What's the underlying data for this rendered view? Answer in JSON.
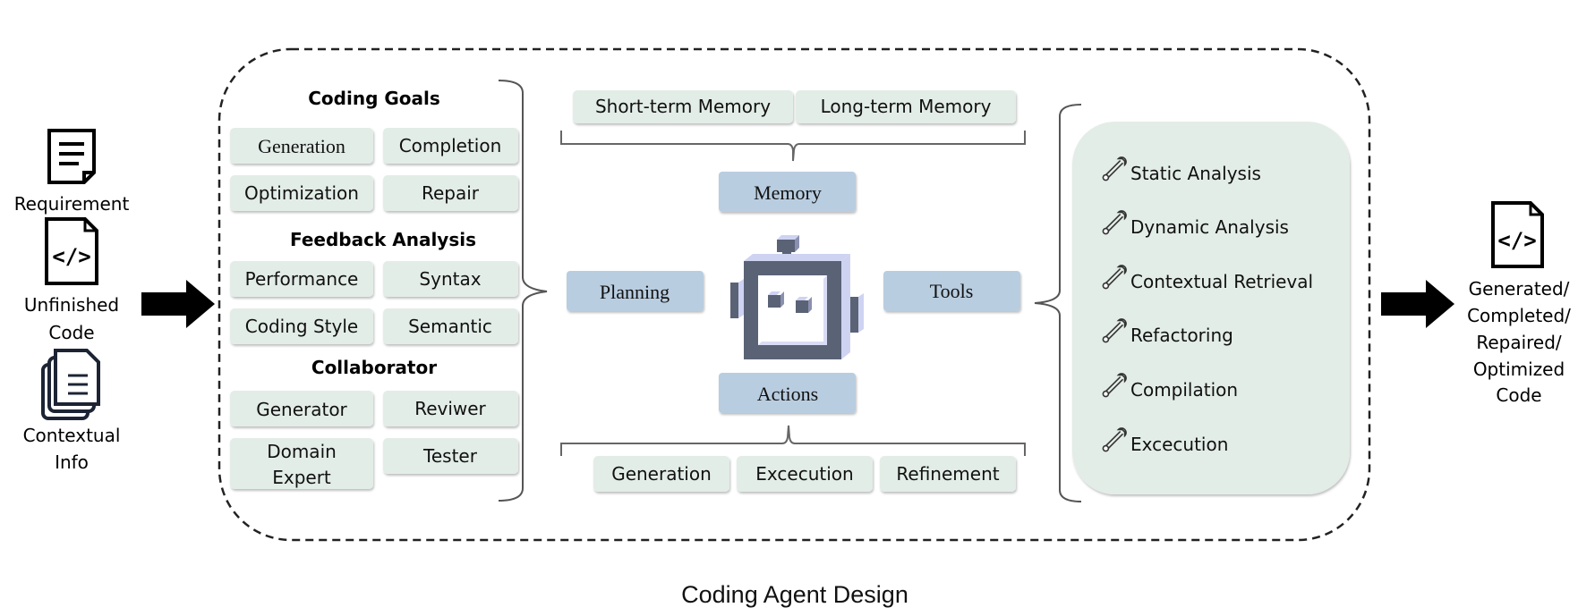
{
  "inputs": {
    "requirement": "Requirement",
    "unfinished_code": [
      "Unfinished",
      "Code"
    ],
    "contextual_info": [
      "Contextual",
      "Info"
    ]
  },
  "output": [
    "Generated/",
    "Completed/",
    "Repaired/",
    "Optimized",
    "Code"
  ],
  "left_panel": {
    "coding_goals_title": "Coding Goals",
    "coding_goals": [
      "Generation",
      "Completion",
      "Optimization",
      "Repair"
    ],
    "feedback_title": "Feedback Analysis",
    "feedback": [
      "Performance",
      "Syntax",
      "Coding Style",
      "Semantic"
    ],
    "collaborator_title": "Collaborator",
    "collaborator": [
      "Generator",
      "Reviwer",
      "Domain",
      "Expert",
      "Tester"
    ]
  },
  "memory_types": [
    "Short-term Memory",
    "Long-term Memory"
  ],
  "center": {
    "memory": "Memory",
    "planning": "Planning",
    "tools": "Tools",
    "actions": "Actions"
  },
  "action_types": [
    "Generation",
    "Excecution",
    "Refinement"
  ],
  "tools_list": [
    "Static Analysis",
    "Dynamic Analysis",
    "Contextual Retrieval",
    "Refactoring",
    "Compilation",
    "Excecution"
  ],
  "caption": "Coding Agent Design",
  "colors": {
    "chip_fill": "#e3ede7",
    "blue_box": "#b9cde0",
    "tools_panel": "#e3ede7",
    "robot_dark": "#5a6275",
    "robot_light": "#cfd3f2",
    "arrow": "#000000"
  }
}
